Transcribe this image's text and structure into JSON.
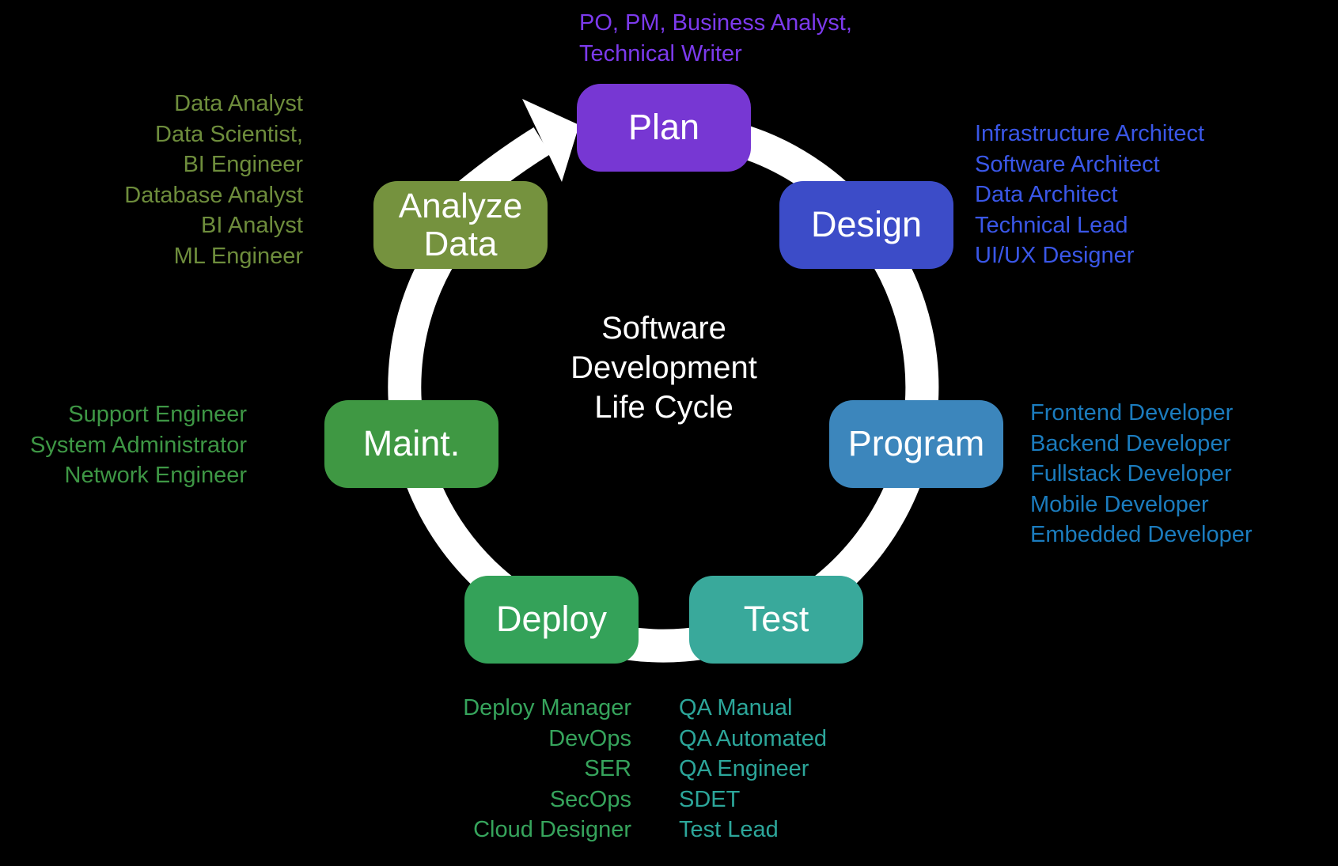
{
  "background_color": "#000000",
  "ring": {
    "color": "#FFFFFF",
    "description": "circular-cycle-arrow"
  },
  "center_title": {
    "color": "#FFFFFF",
    "lines": [
      "Software",
      "Development",
      "Life Cycle"
    ]
  },
  "stages": [
    {
      "name": "Plan",
      "box_color": "#7737D3",
      "label_color": "#FFFFFF",
      "roles_color": "#7C3AED",
      "roles": [
        "PO, PM, Business Analyst,",
        "Technical Writer"
      ]
    },
    {
      "name": "Design",
      "box_color": "#3C4CC8",
      "label_color": "#FFFFFF",
      "roles_color": "#3A57E8",
      "roles": [
        "Infrastructure Architect",
        "Software Architect",
        "Data Architect",
        "Technical Lead",
        "UI/UX Designer"
      ]
    },
    {
      "name": "Program",
      "box_color": "#3C86BC",
      "label_color": "#FFFFFF",
      "roles_color": "#1B7CBE",
      "roles": [
        "Frontend Developer",
        "Backend Developer",
        "Fullstack Developer",
        "Mobile Developer",
        "Embedded Developer"
      ]
    },
    {
      "name": "Test",
      "box_color": "#39A99B",
      "label_color": "#FFFFFF",
      "roles_color": "#2CA69A",
      "roles": [
        "QA Manual",
        "QA Automated",
        "QA Engineer",
        "SDET",
        "Test Lead"
      ]
    },
    {
      "name": "Deploy",
      "box_color": "#34A259",
      "label_color": "#FFFFFF",
      "roles_color": "#36A45C",
      "roles": [
        "Deploy Manager",
        "DevOps",
        "SER",
        "SecOps",
        "Cloud Designer"
      ]
    },
    {
      "name": "Maint.",
      "box_color": "#3F9843",
      "label_color": "#FFFFFF",
      "roles_color": "#3E9745",
      "roles": [
        "Support Engineer",
        "System Administrator",
        "Network Engineer"
      ]
    },
    {
      "name": "Analyze Data",
      "box_color": "#75923E",
      "label_color": "#FFFFFF",
      "roles_color": "#6E8D3C",
      "roles": [
        "Data Analyst",
        "Data Scientist,",
        "BI Engineer",
        "Database Analyst",
        "BI Analyst",
        "ML Engineer"
      ]
    }
  ]
}
